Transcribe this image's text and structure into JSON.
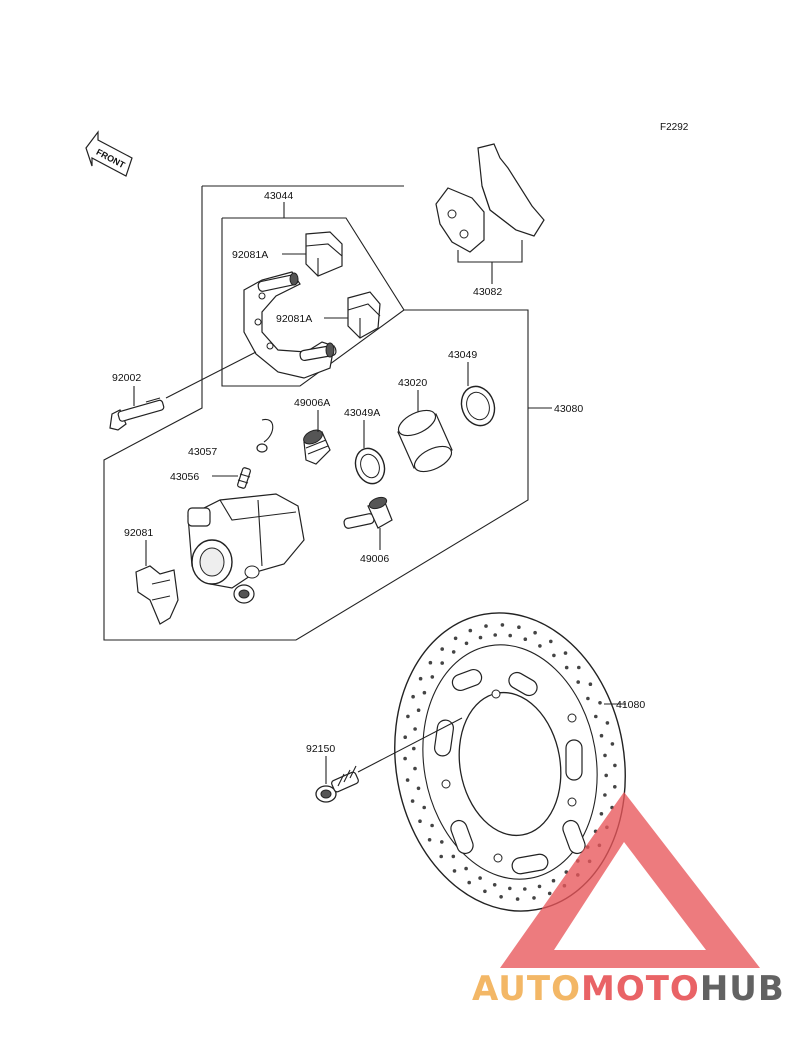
{
  "figure_ref": "F2292",
  "front_label": "FRONT",
  "parts": {
    "p43044": "43044",
    "p43082": "43082",
    "p92081A_top": "92081A",
    "p92081A_bottom": "92081A",
    "p92002": "92002",
    "p43049": "43049",
    "p43020": "43020",
    "p49006A": "49006A",
    "p43049A": "43049A",
    "p43080": "43080",
    "p43057": "43057",
    "p43056": "43056",
    "p92081": "92081",
    "p49006": "49006",
    "p41080": "41080",
    "p92150": "92150"
  },
  "watermark": {
    "part1": "AUTO",
    "part2": "MOTO",
    "part3": "HUB",
    "color_auto": "#f2b15a",
    "color_moto": "#e8565a",
    "color_hub": "#555555"
  }
}
